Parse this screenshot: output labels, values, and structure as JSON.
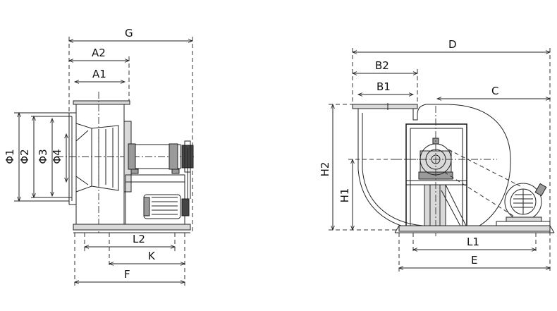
{
  "left_view": {
    "labels": {
      "G": "G",
      "A2": "A2",
      "A1": "A1",
      "phi1": "Φ1",
      "phi2": "Φ2",
      "phi3": "Φ3",
      "phi4": "Φ4",
      "L2": "L2",
      "K": "K",
      "F": "F"
    }
  },
  "right_view": {
    "labels": {
      "D": "D",
      "B2": "B2",
      "B1": "B1",
      "C": "C",
      "H2": "H2",
      "H1": "H1",
      "L1": "L1",
      "E": "E"
    }
  }
}
